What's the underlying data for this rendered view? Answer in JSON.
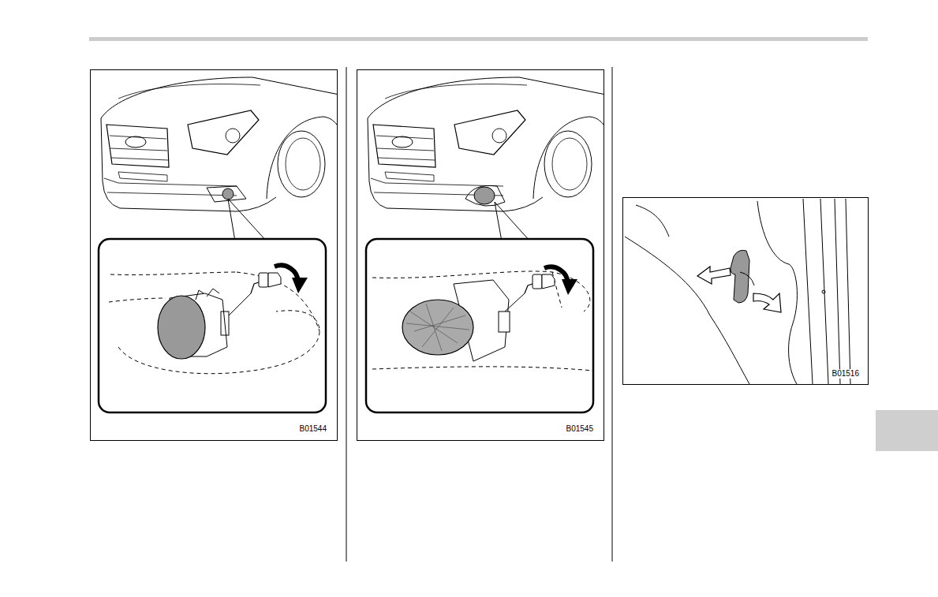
{
  "diagram": {
    "labels": [
      "B01544",
      "B01545",
      "B01516"
    ]
  }
}
